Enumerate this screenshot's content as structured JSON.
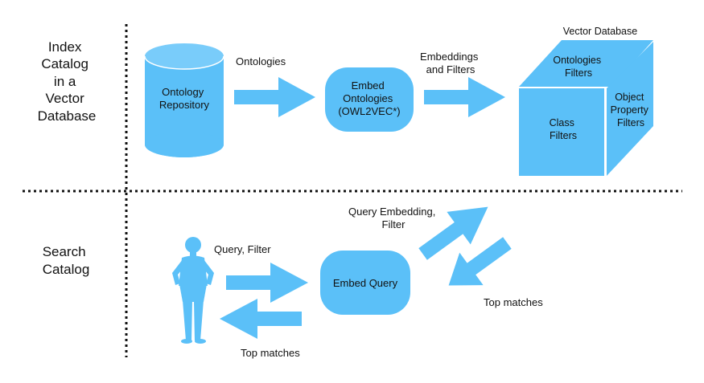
{
  "colors": {
    "shape": "#5bc0f8",
    "shape_light": "#79ccfa",
    "text": "#111111",
    "background": "#ffffff"
  },
  "sections": {
    "index_catalog": {
      "label_lines": [
        "Index",
        "Catalog",
        "in a",
        "Vector",
        "Database"
      ]
    },
    "search_catalog": {
      "label_lines": [
        "Search",
        "Catalog"
      ]
    }
  },
  "index": {
    "repository": {
      "label_lines": [
        "Ontology",
        "Repository"
      ],
      "icon": "cylinder-database-icon"
    },
    "ontologies_arrow_label": "Ontologies",
    "embed": {
      "label_lines": [
        "Embed",
        "Ontologies",
        "(OWL2VEC*)"
      ]
    },
    "embeddings_arrow_label_lines": [
      "Embeddings",
      "and Filters"
    ],
    "vector_database": {
      "title": "Vector Database",
      "top_face_lines": [
        "Ontologies",
        "Filters"
      ],
      "front_face_lines": [
        "Class",
        "Filters"
      ],
      "side_face_lines": [
        "Object",
        "Property",
        "Filters"
      ],
      "icon": "cube-database-icon"
    }
  },
  "search": {
    "user_icon": "person-icon",
    "query_arrow_label": "Query, Filter",
    "top_matches_left_label": "Top matches",
    "embed_query_label": "Embed Query",
    "query_embedding_label_lines": [
      "Query Embedding,",
      "Filter"
    ],
    "top_matches_right_label": "Top matches"
  }
}
